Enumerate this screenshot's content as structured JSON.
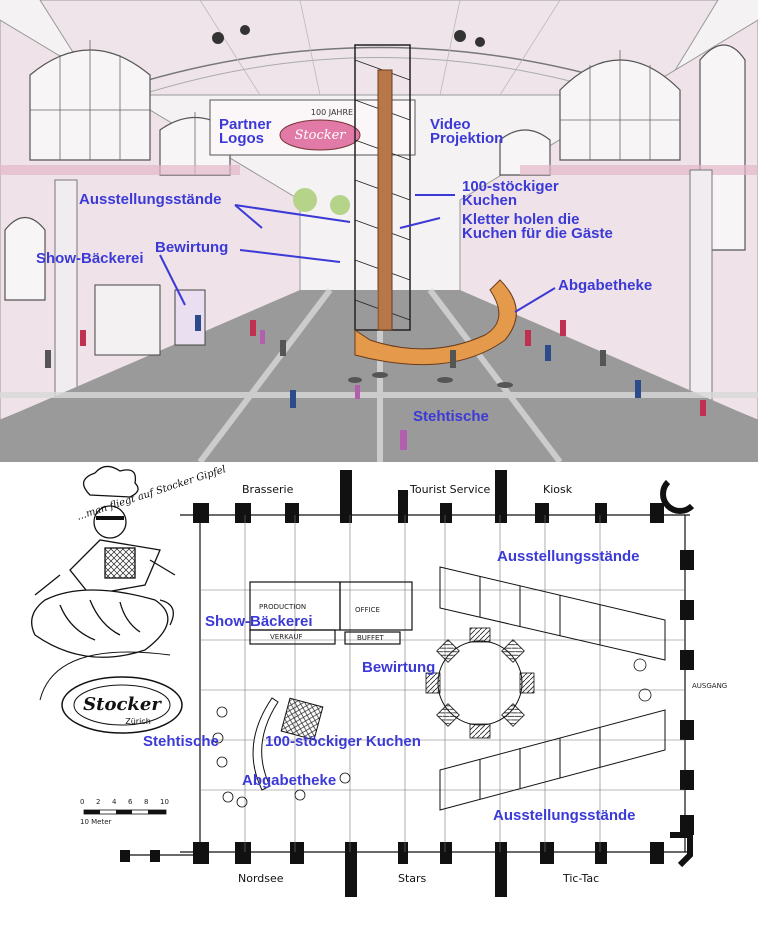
{
  "top_labels": {
    "partner_logos_line1": "Partner",
    "partner_logos_line2": "Logos",
    "video_line1": "Video",
    "video_line2": "Projektion",
    "kuchen_line1": "100-stöckiger",
    "kuchen_line2": "Kuchen",
    "kletter_line1": "Kletter holen die",
    "kletter_line2": "Kuchen für die Gäste",
    "ausstellung": "Ausstellungsstände",
    "bewirtung": "Bewirtung",
    "show_baeckerei": "Show-Bäckerei",
    "abgabetheke": "Abgabetheke",
    "stehtische": "Stehtische",
    "banner_text": "100 JAHRE",
    "banner_logo": "Stocker"
  },
  "plan_rooms": {
    "brasserie": "Brasserie",
    "tourist_service": "Tourist Service",
    "kiosk": "Kiosk",
    "nordsee": "Nordsee",
    "stars": "Stars",
    "tic_tac": "Tic-Tac",
    "ausgang": "AUSGANG"
  },
  "plan_labels": {
    "ausstellung_top": "Ausstellungsstände",
    "show_baeckerei": "Show-Bäckerei",
    "bewirtung": "Bewirtung",
    "stehtische": "Stehtische",
    "kuchen": "100-stöckiger Kuchen",
    "abgabetheke": "Abgabetheke",
    "ausstellung_bottom": "Ausstellungsstände",
    "production": "PRODUCTION",
    "office": "OFFICE",
    "verkauf": "VERKAUF",
    "buffet": "BUFFET"
  },
  "logo": {
    "slogan": "...man fliegt auf Stocker Gipfel",
    "brand": "Stocker",
    "city": "Zürich"
  },
  "scale": {
    "ticks": [
      "0",
      "2",
      "4",
      "6",
      "8",
      "10"
    ],
    "unit": "10 Meter"
  },
  "colors": {
    "label_blue": "#3c3ad6",
    "floor_gray": "#8c8c8c",
    "wall_pink": "#e8d4dc",
    "counter_orange": "#e49a4a",
    "ink": "#111111"
  }
}
